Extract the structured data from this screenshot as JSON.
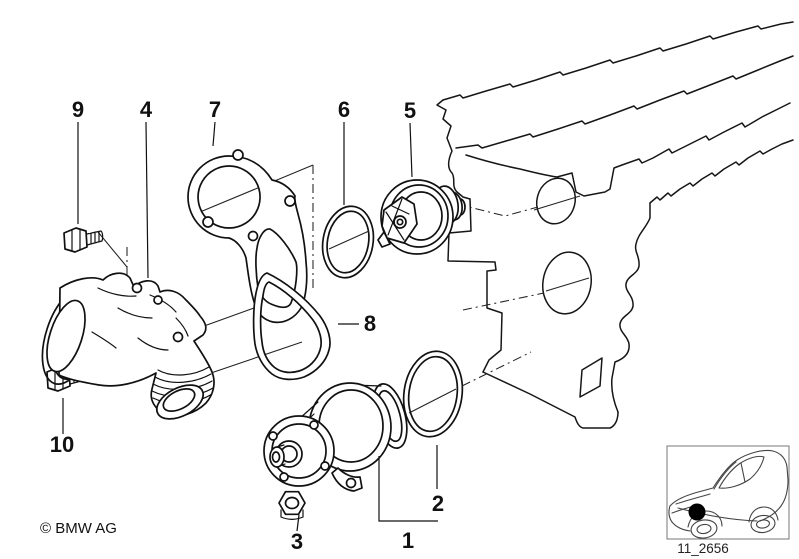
{
  "diagram": {
    "background": "#ffffff",
    "line_color": "#111111",
    "copyright": "© BMW AG",
    "diagram_code": "11_2656",
    "callouts": [
      {
        "number": "1"
      },
      {
        "number": "2"
      },
      {
        "number": "3"
      },
      {
        "number": "4"
      },
      {
        "number": "5"
      },
      {
        "number": "6"
      },
      {
        "number": "7"
      },
      {
        "number": "8"
      },
      {
        "number": "9"
      },
      {
        "number": "10"
      }
    ]
  }
}
